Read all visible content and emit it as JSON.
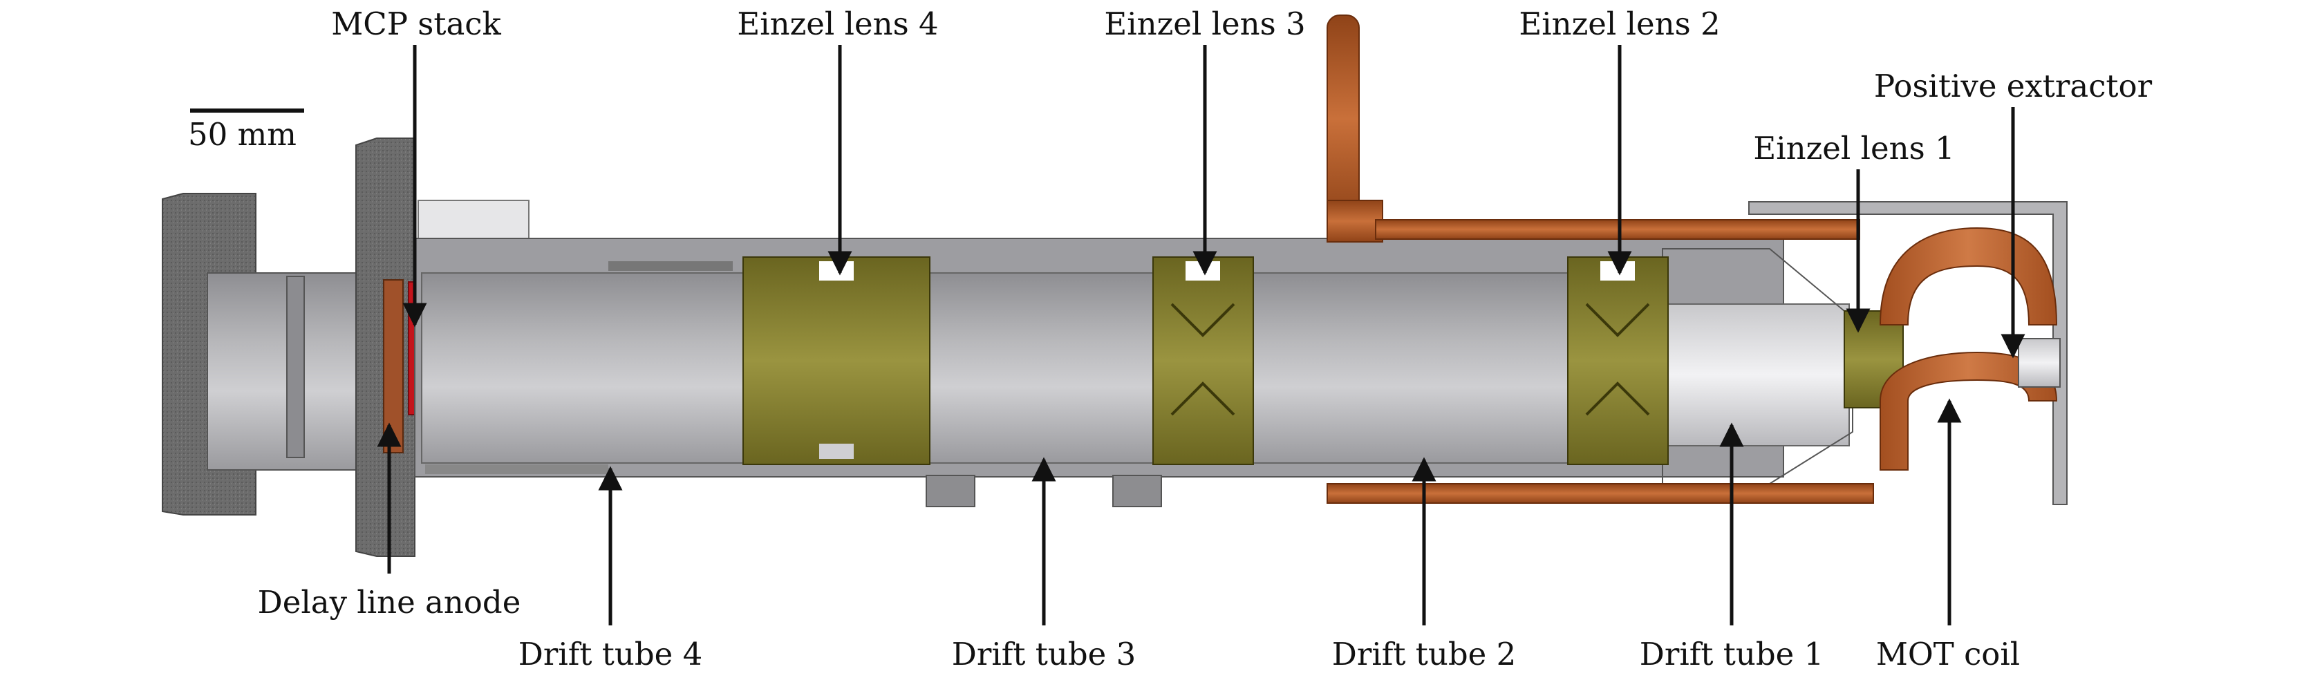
{
  "scale_bar": {
    "label": "50 mm"
  },
  "labels": {
    "mcp_stack": "MCP stack",
    "einzel_lens_4": "Einzel lens 4",
    "einzel_lens_3": "Einzel lens 3",
    "einzel_lens_2": "Einzel lens 2",
    "positive_extractor": "Positive extractor",
    "einzel_lens_1": "Einzel lens 1",
    "delay_line_anode": "Delay line anode",
    "drift_tube_4": "Drift tube 4",
    "drift_tube_3": "Drift tube 3",
    "drift_tube_2": "Drift tube 2",
    "drift_tube_1": "Drift tube 1",
    "mot_coil": "MOT coil"
  },
  "colors": {
    "flange": "#6f6f6f",
    "steel": "#a9a9ab",
    "steel_light": "#d4d4d6",
    "lens": "#7f7a2c",
    "copper": "#b9622e",
    "mcp": "#c4141c"
  }
}
